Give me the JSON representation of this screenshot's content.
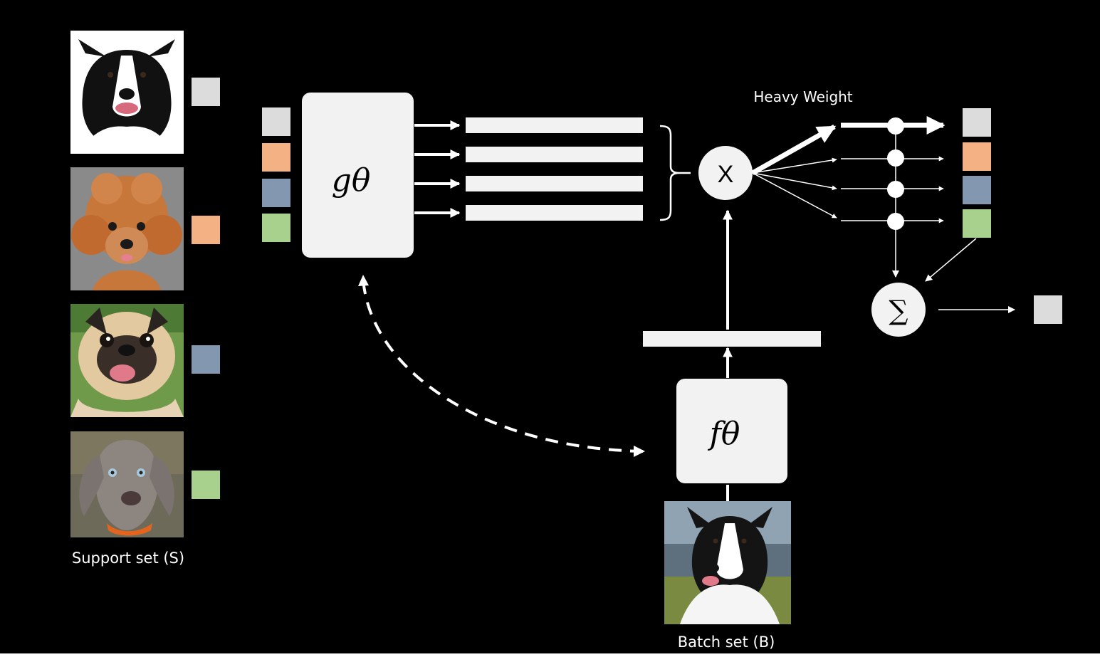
{
  "diagram": {
    "support_label": "Support set (S)",
    "batch_label": "Batch set (B)",
    "heavy_weight_label": "Heavy Weight",
    "g_label": "gθ",
    "f_label": "fθ",
    "multiply_label": "X",
    "sum_label": "∑"
  },
  "support_set": [
    {
      "image": "border-collie-photo",
      "class_color": "#dcdcdc"
    },
    {
      "image": "toy-poodle-photo",
      "class_color": "#f4b183"
    },
    {
      "image": "pug-photo",
      "class_color": "#8497b0"
    },
    {
      "image": "weimaraner-photo",
      "class_color": "#a9d18e"
    }
  ],
  "batch_image": "border-collie-photo",
  "output_class_color": "#dcdcdc",
  "colors": {
    "background": "#000000",
    "box_fill": "#f2f2f2",
    "line": "#ffffff"
  }
}
